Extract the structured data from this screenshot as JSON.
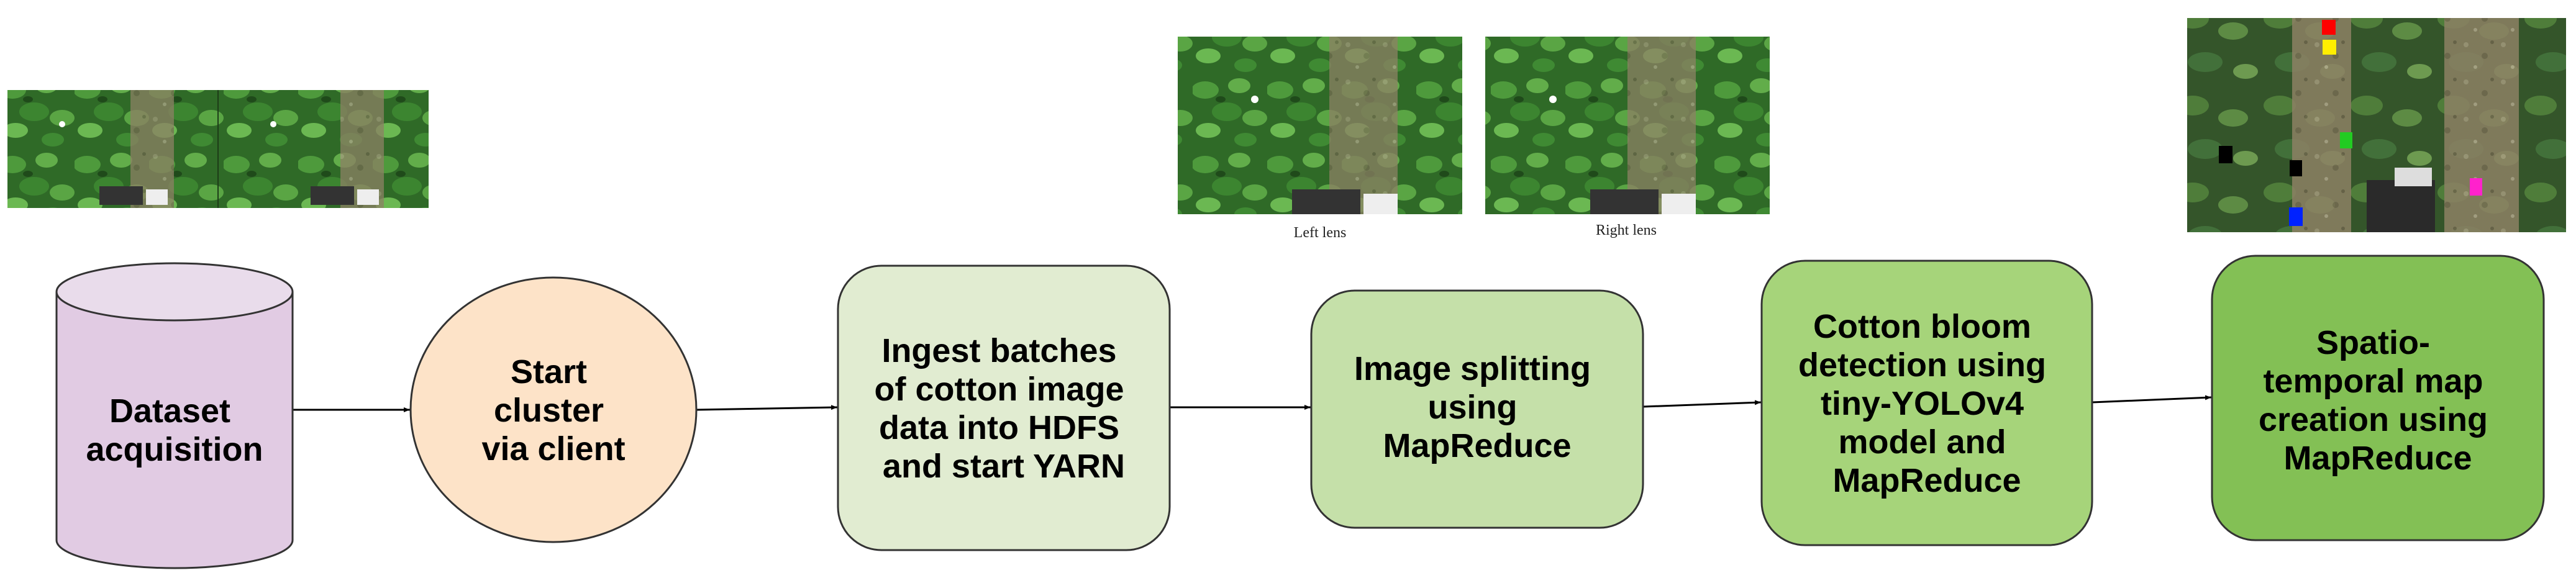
{
  "nodes": [
    {
      "id": "dataset",
      "shape": "cylinder",
      "fill": "#e1cbe3",
      "lines": [
        "Dataset",
        "acquisition"
      ]
    },
    {
      "id": "start-cluster",
      "shape": "ellipse",
      "fill": "#fde3c8",
      "lines": [
        "Start",
        "cluster",
        "via client"
      ]
    },
    {
      "id": "ingest",
      "shape": "rounded-rect",
      "fill": "#e1ecd1",
      "lines": [
        "Ingest batches",
        "of cotton image",
        "data into HDFS",
        "and start YARN"
      ]
    },
    {
      "id": "image-splitting",
      "shape": "rounded-rect",
      "fill": "#c5e0a9",
      "lines": [
        "Image splitting",
        "using",
        "MapReduce"
      ]
    },
    {
      "id": "bloom-detection",
      "shape": "rounded-rect",
      "fill": "#a6d47a",
      "lines": [
        "Cotton bloom",
        "detection using",
        "tiny-YOLOv4",
        "model and",
        "MapReduce"
      ]
    },
    {
      "id": "spatio-temporal",
      "shape": "rounded-rect",
      "fill": "#83c055",
      "lines": [
        "Spatio-",
        "temporal map",
        "creation using",
        "MapReduce"
      ]
    }
  ],
  "edges": [
    {
      "from": "dataset",
      "to": "start-cluster"
    },
    {
      "from": "start-cluster",
      "to": "ingest"
    },
    {
      "from": "ingest",
      "to": "image-splitting"
    },
    {
      "from": "image-splitting",
      "to": "bloom-detection"
    },
    {
      "from": "bloom-detection",
      "to": "spatio-temporal"
    }
  ],
  "images": [
    {
      "id": "stereo-pair",
      "description_icon": "cotton-field-photo-icon"
    },
    {
      "id": "left-lens",
      "caption": "Left lens"
    },
    {
      "id": "right-lens",
      "caption": "Right lens"
    },
    {
      "id": "detection-map",
      "description_icon": "detection-map-photo-icon",
      "marker_colors": [
        "#ff0000",
        "#ffee00",
        "#000000",
        "#000000",
        "#22cc22",
        "#0022ff",
        "#ff22cc"
      ]
    }
  ],
  "colors": {
    "stroke": "#333333",
    "arrow": "#000000",
    "foliage": "#3f7a2d",
    "soil": "#8c8064"
  }
}
